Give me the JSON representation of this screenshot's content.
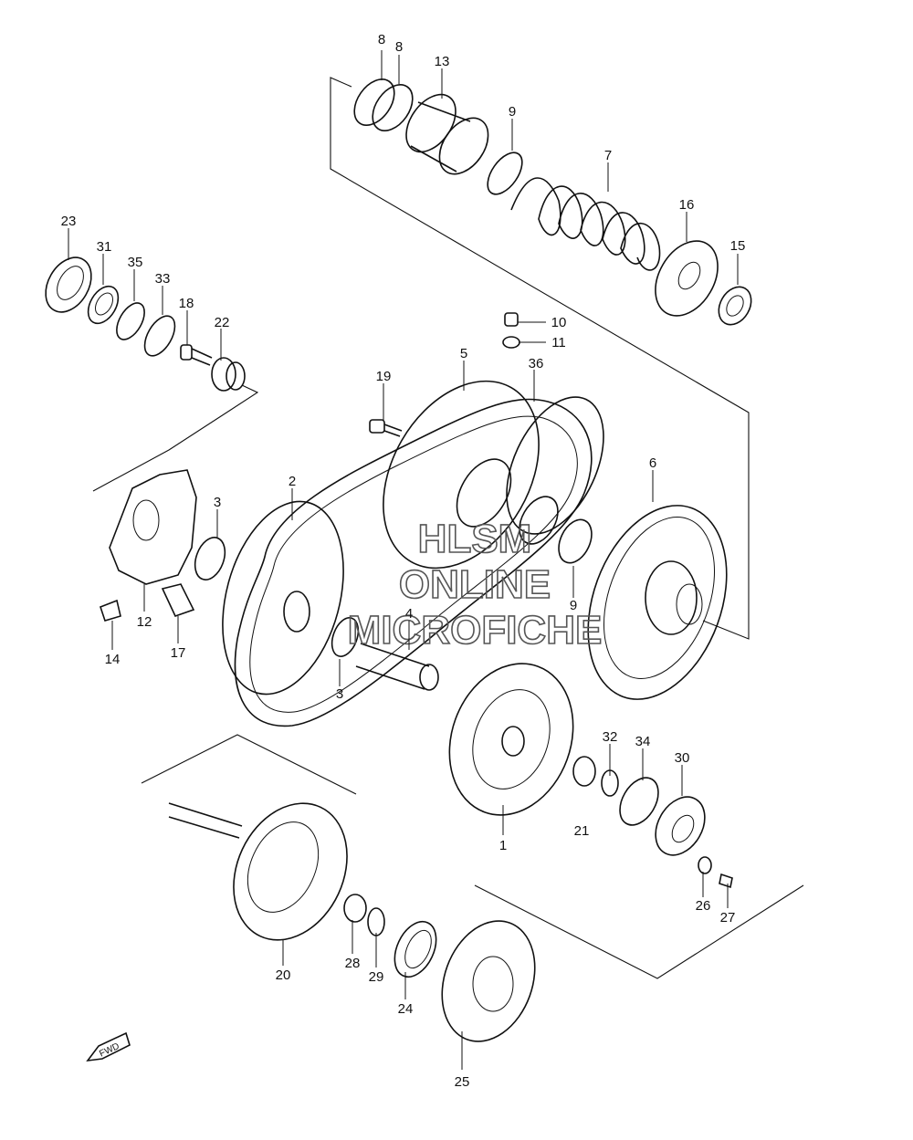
{
  "watermark": {
    "line1": "HLSM",
    "line2": "ONLINE",
    "line3": "MICROFICHE"
  },
  "fwd_label": "FWD",
  "callouts": [
    {
      "id": "c8a",
      "text": "8"
    },
    {
      "id": "c8b",
      "text": "8"
    },
    {
      "id": "c13",
      "text": "13"
    },
    {
      "id": "c9a",
      "text": "9"
    },
    {
      "id": "c7",
      "text": "7"
    },
    {
      "id": "c16",
      "text": "16"
    },
    {
      "id": "c15",
      "text": "15"
    },
    {
      "id": "c23",
      "text": "23"
    },
    {
      "id": "c31",
      "text": "31"
    },
    {
      "id": "c35",
      "text": "35"
    },
    {
      "id": "c33",
      "text": "33"
    },
    {
      "id": "c18",
      "text": "18"
    },
    {
      "id": "c22",
      "text": "22"
    },
    {
      "id": "c10",
      "text": "10"
    },
    {
      "id": "c11",
      "text": "11"
    },
    {
      "id": "c5",
      "text": "5"
    },
    {
      "id": "c36",
      "text": "36"
    },
    {
      "id": "c19",
      "text": "19"
    },
    {
      "id": "c6",
      "text": "6"
    },
    {
      "id": "c2",
      "text": "2"
    },
    {
      "id": "c3a",
      "text": "3"
    },
    {
      "id": "c9b",
      "text": "9"
    },
    {
      "id": "c4",
      "text": "4"
    },
    {
      "id": "c3b",
      "text": "3"
    },
    {
      "id": "c12",
      "text": "12"
    },
    {
      "id": "c17",
      "text": "17"
    },
    {
      "id": "c14",
      "text": "14"
    },
    {
      "id": "c32",
      "text": "32"
    },
    {
      "id": "c34",
      "text": "34"
    },
    {
      "id": "c30",
      "text": "30"
    },
    {
      "id": "c21",
      "text": "21"
    },
    {
      "id": "c1",
      "text": "1"
    },
    {
      "id": "c26",
      "text": "26"
    },
    {
      "id": "c27",
      "text": "27"
    },
    {
      "id": "c20",
      "text": "20"
    },
    {
      "id": "c28",
      "text": "28"
    },
    {
      "id": "c29",
      "text": "29"
    },
    {
      "id": "c24",
      "text": "24"
    },
    {
      "id": "c25",
      "text": "25"
    }
  ]
}
